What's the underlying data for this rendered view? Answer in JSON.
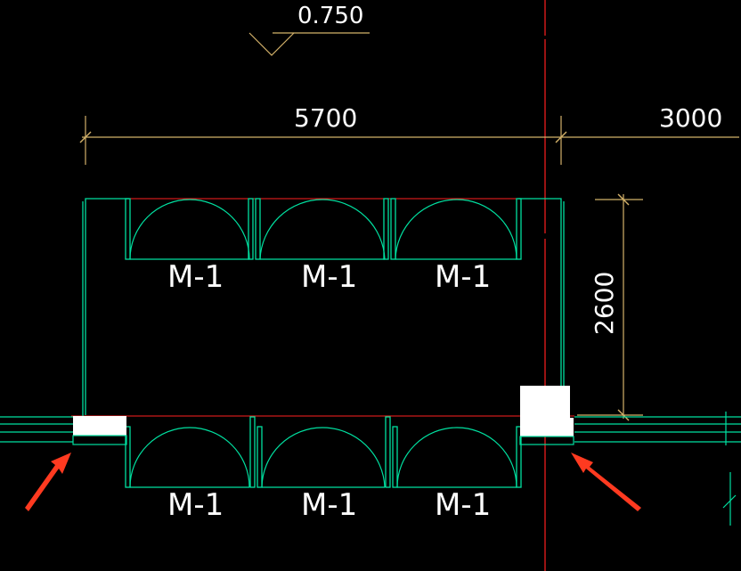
{
  "elevation": {
    "label": "0.750"
  },
  "dimensions": {
    "top_left": "5700",
    "top_right": "3000",
    "vertical": "2600"
  },
  "doors": {
    "top": [
      "M-1",
      "M-1",
      "M-1"
    ],
    "bottom": [
      "M-1",
      "M-1",
      "M-1"
    ]
  },
  "colors": {
    "background": "#000000",
    "wall": "#00e0a0",
    "dimension": "#d4b26a",
    "axis": "#ff2020",
    "column": "#ffffff",
    "arrow": "#ff3a20",
    "text": "#ffffff"
  }
}
